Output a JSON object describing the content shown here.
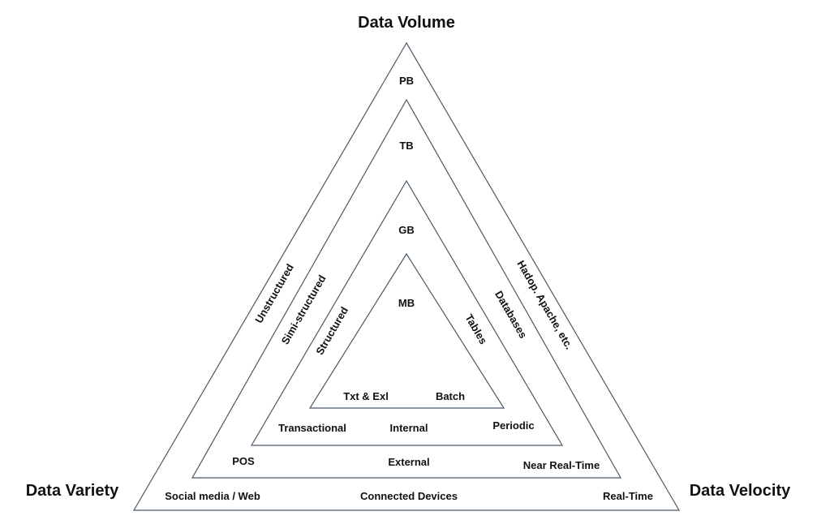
{
  "axes": {
    "top": "Data Volume",
    "left": "Data Variety",
    "right": "Data Velocity"
  },
  "colors": {
    "line": "#4a5866",
    "text": "#111111",
    "background": "#ffffff"
  },
  "levels": [
    {
      "volume": "PB",
      "variety_side": "Unstructured",
      "velocity_side": "Hadop. Apache, etc.",
      "bottom_left": "Social media / Web",
      "bottom_center": "Connected Devices",
      "bottom_right": "Real-Time"
    },
    {
      "volume": "TB",
      "variety_side": "Simi-structured",
      "velocity_side": "Databases",
      "bottom_left": "POS",
      "bottom_center": "External",
      "bottom_right": "Near Real-Time"
    },
    {
      "volume": "GB",
      "variety_side": "Structured",
      "velocity_side": "Tables",
      "bottom_left": "Transactional",
      "bottom_center": "Internal",
      "bottom_right": "Periodic"
    },
    {
      "volume": "MB",
      "variety_side": "",
      "velocity_side": "",
      "bottom_left": "Txt & Exl",
      "bottom_center": "",
      "bottom_right": "Batch"
    }
  ]
}
